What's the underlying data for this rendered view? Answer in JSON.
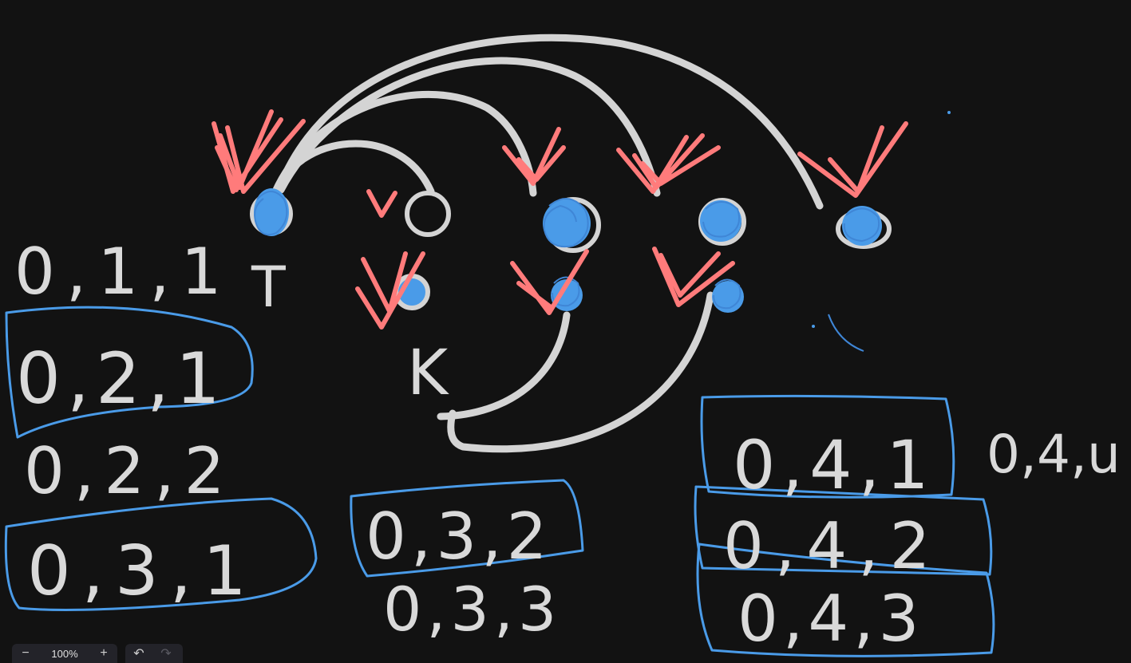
{
  "toolbar": {
    "zoom_out_icon": "−",
    "zoom_level": "100%",
    "zoom_in_icon": "+",
    "undo_icon": "↶",
    "redo_icon": "↷"
  },
  "canvas": {
    "labels": {
      "row_011": "0,1,1",
      "label_T": "T",
      "row_021": "0,2,1",
      "row_022": "0,2,2",
      "row_031": "0,3,1",
      "label_K": "K",
      "row_032": "0,3,2",
      "row_033": "0,3,3",
      "row_041": "0,4,1",
      "row_04u": "0,4,u",
      "row_042": "0,4,2",
      "row_043": "0,4,3"
    },
    "colors": {
      "background": "#121212",
      "chalk": "#d4d4d4",
      "check_red": "#ff7b7b",
      "highlight_blue": "#4a9be8"
    }
  }
}
